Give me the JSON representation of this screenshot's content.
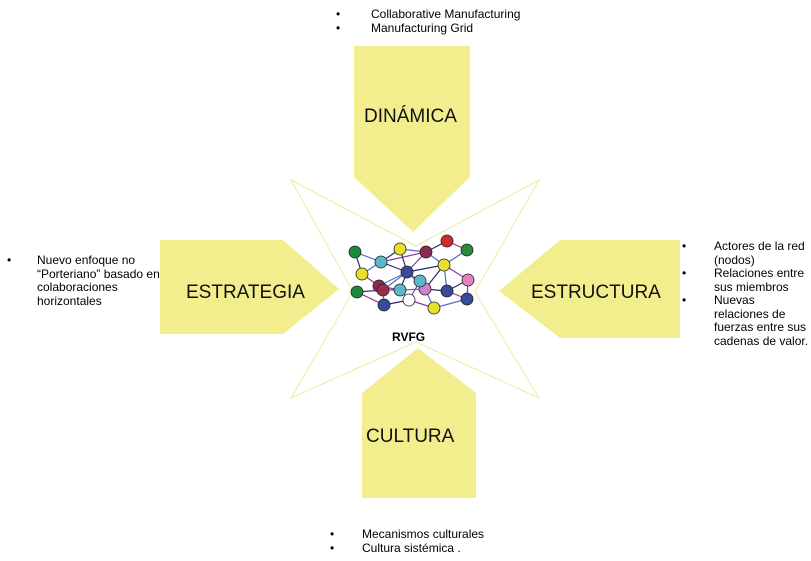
{
  "diagram": {
    "center_label": "RVFG",
    "arrows": {
      "top": "DINÁMICA",
      "left": "ESTRATEGIA",
      "right": "ESTRUCTURA",
      "bottom": "CULTURA"
    },
    "notes": {
      "top": [
        "Collaborative Manufacturing",
        "Manufacturing Grid"
      ],
      "left": [
        "Nuevo enfoque no “Porteriano” basado en colaboraciones horizontales"
      ],
      "right": [
        "Actores de la red (nodos)",
        "Relaciones entre sus miembros",
        "Nuevas relaciones de fuerzas entre sus cadenas de valor."
      ],
      "bottom": [
        "Mecanismos culturales",
        "Cultura sistémica ."
      ]
    },
    "colors": {
      "arrow_fill": "#f2ee8e",
      "star_fill": "#ffffff",
      "star_stroke": "#ececa0"
    }
  }
}
